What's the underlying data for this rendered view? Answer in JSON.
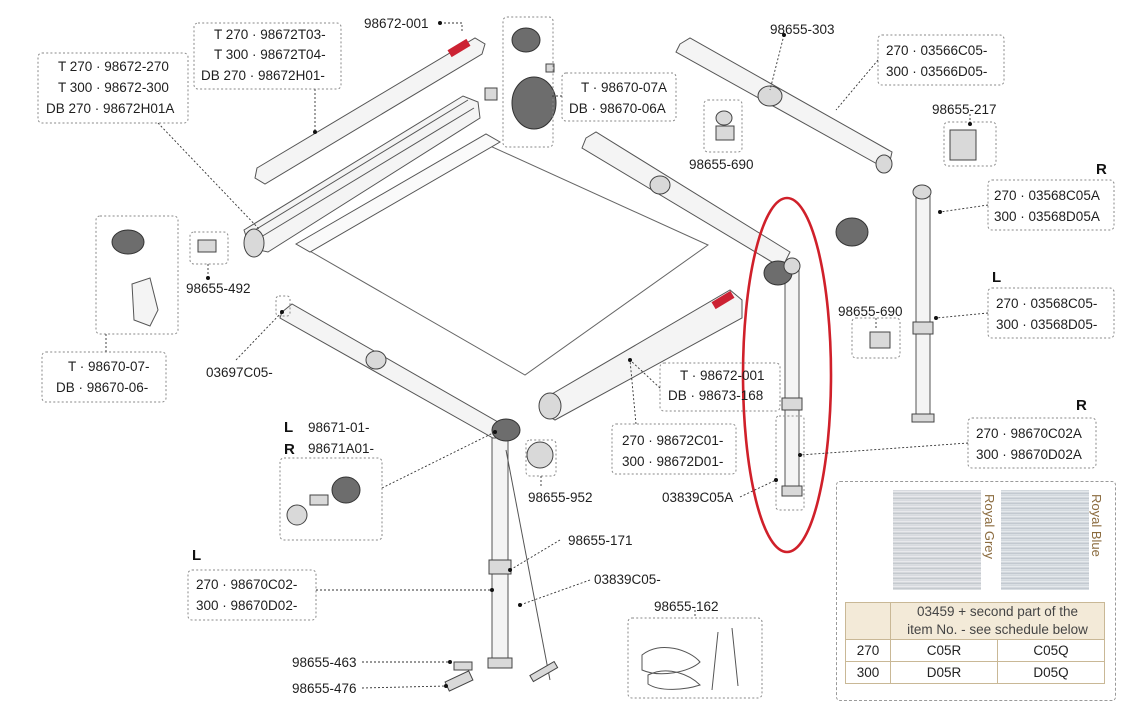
{
  "labels": {
    "l_98672_001": "98672-001",
    "l_t270_t03": "T 270 · 98672T03-",
    "l_t300_t04": "T 300 · 98672T04-",
    "l_db270_h01": "DB 270 · 98672H01-",
    "l_t270_270": "T 270 · 98672-270",
    "l_t300_300": "T 300 · 98672-300",
    "l_db270_h01a": "DB 270 · 98672H01A",
    "l_t_98670_07a": "T · 98670-07A",
    "l_db_98670_06a": "DB · 98670-06A",
    "l_98655_303": "98655-303",
    "l_270_03566c05": "270 · 03566C05-",
    "l_300_03566d05": "300 · 03566D05-",
    "l_98655_217": "98655-217",
    "l_98655_690_top": "98655-690",
    "l_R_top": "R",
    "l_270_03568c05a": "270 · 03568C05A",
    "l_300_03568d05a": "300 · 03568D05A",
    "l_98655_492": "98655-492",
    "l_L_mid": "L",
    "l_270_03568c05": "270 · 03568C05-",
    "l_300_03568d05": "300 · 03568D05-",
    "l_98655_690_mid": "98655-690",
    "l_t_98670_07": "T · 98670-07-",
    "l_db_98670_06": "DB · 98670-06-",
    "l_03697c05": "03697C05-",
    "l_t_98672_001": "T · 98672-001",
    "l_db_98673_168": "DB · 98673-168",
    "l_R_right": "R",
    "l_270_98670c02a": "270 · 98670C02A",
    "l_300_98670d02a": "300 · 98670D02A",
    "l_L_left": "L",
    "l_R_left": "R",
    "l_98671_01": "98671-01-",
    "l_98671a01": "98671A01-",
    "l_270_98672c01": "270 · 98672C01-",
    "l_300_98672d01": "300 · 98672D01-",
    "l_98655_952": "98655-952",
    "l_03839c05a": "03839C05A",
    "l_98655_171": "98655-171",
    "l_L_bottom": "L",
    "l_270_98670c02": "270 · 98670C02-",
    "l_300_98670d02": "300 · 98670D02-",
    "l_03839c05": "03839C05-",
    "l_98655_162": "98655-162",
    "l_98655_463": "98655-463",
    "l_98655_476": "98655-476"
  },
  "colors": {
    "highlight": "#d0202a",
    "table_header_bg": "#f3ead8",
    "swatch_label": "#8b6b3e"
  },
  "color_panel": {
    "swatch_grey_label": "Royal Grey",
    "swatch_blue_label": "Royal Blue",
    "header_line1": "03459 + second part of the",
    "header_line2": "item No. - see schedule below",
    "rows": [
      {
        "size": "270",
        "grey": "C05R",
        "blue": "C05Q"
      },
      {
        "size": "300",
        "grey": "D05R",
        "blue": "D05Q"
      }
    ]
  }
}
